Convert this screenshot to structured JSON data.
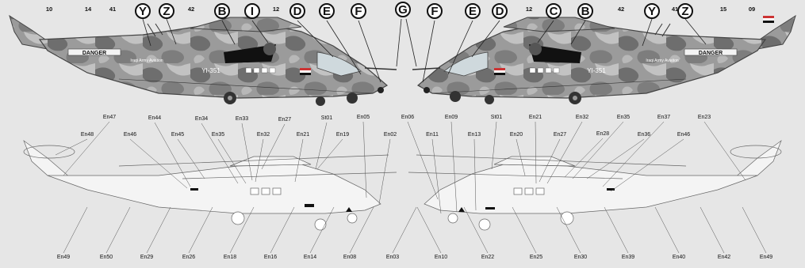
{
  "top": {
    "left_numbers": [
      "10",
      "14",
      "41",
      "42",
      "12"
    ],
    "left_circles": [
      "Y",
      "Z",
      "B",
      "I",
      "D",
      "E",
      "F"
    ],
    "center_circle": "G",
    "right_circles": [
      "F",
      "E",
      "D",
      "C",
      "B",
      "Y",
      "Z"
    ],
    "right_numbers": [
      "12",
      "42",
      "41",
      "15",
      "09"
    ],
    "left_danger": "DANGER",
    "right_danger": "DANGER",
    "left_serial": "YI-351",
    "right_serial": "YI-351",
    "left_army": "Iraqi Army Aviation",
    "right_army": "Iraqi Army Aviation"
  },
  "bottom": {
    "top_labels": [
      "En47",
      "En48",
      "En44",
      "En46",
      "En45",
      "En34",
      "En35",
      "En33",
      "En32",
      "En27",
      "En21",
      "St01",
      "En19",
      "En05",
      "En06",
      "En02",
      "En11",
      "En09",
      "En13",
      "St01",
      "En20",
      "En21",
      "En27",
      "En32",
      "En28",
      "En35",
      "En36",
      "En37",
      "En46",
      "En23"
    ],
    "bottom_labels": [
      "En49",
      "En50",
      "En29",
      "En26",
      "En18",
      "En16",
      "En14",
      "En08",
      "En03",
      "En10",
      "En22",
      "En25",
      "En30",
      "En39",
      "En40",
      "En42",
      "En49"
    ]
  }
}
